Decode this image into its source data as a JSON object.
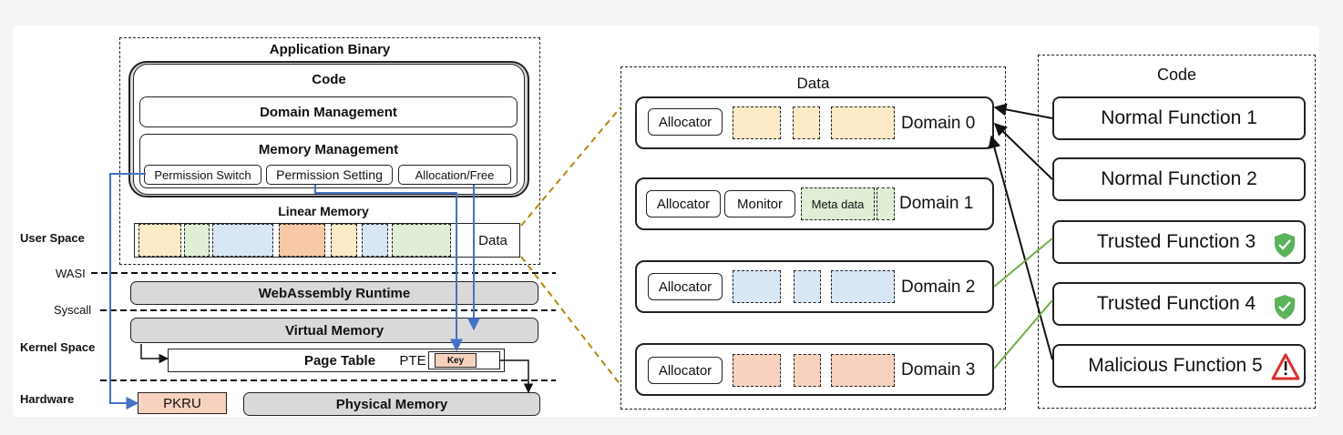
{
  "left": {
    "application_binary": "Application Binary",
    "code": "Code",
    "domain_management": "Domain Management",
    "memory_management": "Memory Management",
    "permission_switch": "Permission Switch",
    "permission_setting": "Permission Setting",
    "allocation_free": "Allocation/Free",
    "linear_memory": "Linear Memory",
    "data": "Data",
    "user_space": "User Space",
    "wasi": "WASI",
    "webassembly_runtime": "WebAssembly Runtime",
    "syscall": "Syscall",
    "kernel_space": "Kernel Space",
    "virtual_memory": "Virtual Memory",
    "page_table": "Page Table",
    "pte": "PTE",
    "key": "Key",
    "hardware": "Hardware",
    "pkru": "PKRU",
    "physical_memory": "Physical Memory"
  },
  "data_panel": {
    "title": "Data",
    "allocator": "Allocator",
    "monitor": "Monitor",
    "meta_data": "Meta data",
    "domains": [
      "Domain 0",
      "Domain 1",
      "Domain 2",
      "Domain 3"
    ]
  },
  "code_panel": {
    "title": "Code",
    "functions": [
      "Normal Function 1",
      "Normal Function 2",
      "Trusted Function 3",
      "Trusted Function 4",
      "Malicious Function 5"
    ]
  },
  "colors": {
    "yellow": "#fcebc6",
    "green": "#dfeed5",
    "blue": "#d9e7f5",
    "orange": "#f6d2bf",
    "salmon": "#f8c9a7",
    "arrow_blue": "#4472c4",
    "trusted_green": "#70ad47",
    "dashed_gold": "#b8860b"
  }
}
